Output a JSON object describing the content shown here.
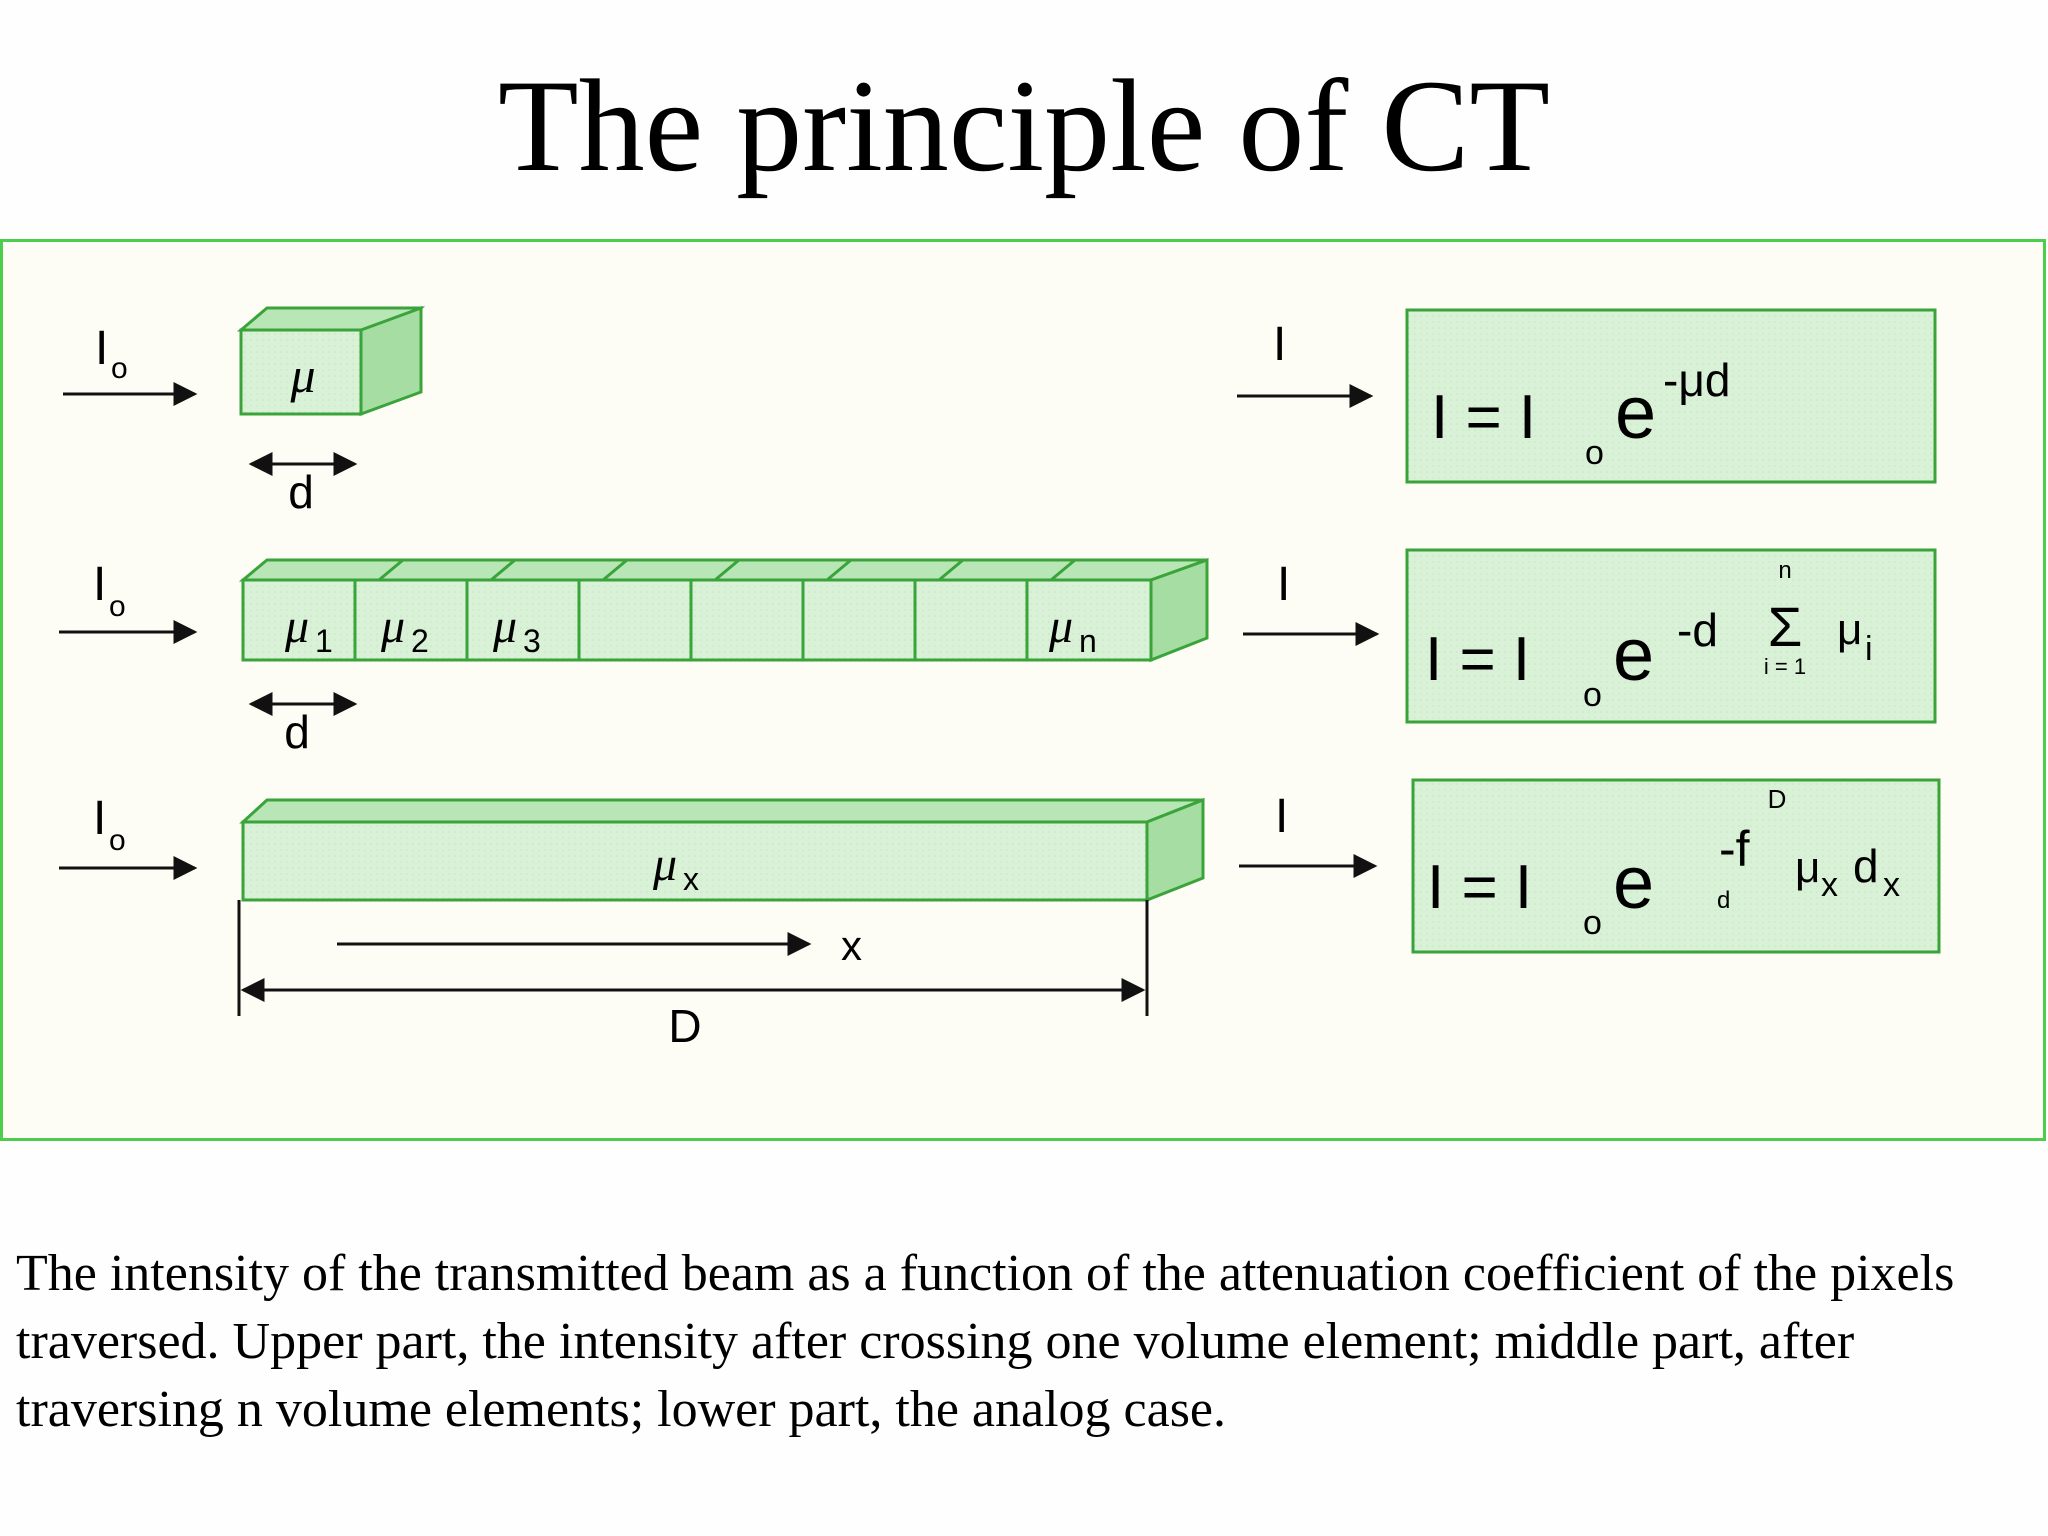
{
  "title": "The principle of CT",
  "colors": {
    "panel_border": "#4ccd4c",
    "panel_bg": "#fdfdf6",
    "box_fill": "#d6f0d4",
    "box_top": "#b9e6b6",
    "box_side": "#a6dda2",
    "box_stroke": "#3aa43a"
  },
  "labels": {
    "incident": "I",
    "incident_sub": "o",
    "transmitted": "I",
    "mu": "μ",
    "thickness": "d",
    "mu_1": "1",
    "mu_2": "2",
    "mu_3": "3",
    "mu_n": "n",
    "mu_x": "x",
    "axis_x": "x",
    "length": "D"
  },
  "formulas": {
    "f1": {
      "lhs": "I = I",
      "sub": "o",
      "base": "e",
      "exp": "-μd"
    },
    "f2": {
      "lhs": "I = I",
      "sub": "o",
      "base": "e",
      "exp": "-d",
      "sum_sign": "Σ",
      "sum_upper": "n",
      "sum_lower": "i = 1",
      "term": "μ",
      "term_sub": "i"
    },
    "f3": {
      "lhs": "I = I",
      "sub": "o",
      "base": "e",
      "exp": "-f",
      "int_upper": "D",
      "int_lower": "d",
      "term": "μ",
      "term_sub": "x",
      "term2": "d",
      "term2_sub": "x"
    }
  },
  "caption": "The intensity of the transmitted beam as a function of the attenuation coefficient of the pixels traversed. Upper part, the intensity after crossing one volume element; middle part, after traversing n volume elements; lower part, the analog case."
}
